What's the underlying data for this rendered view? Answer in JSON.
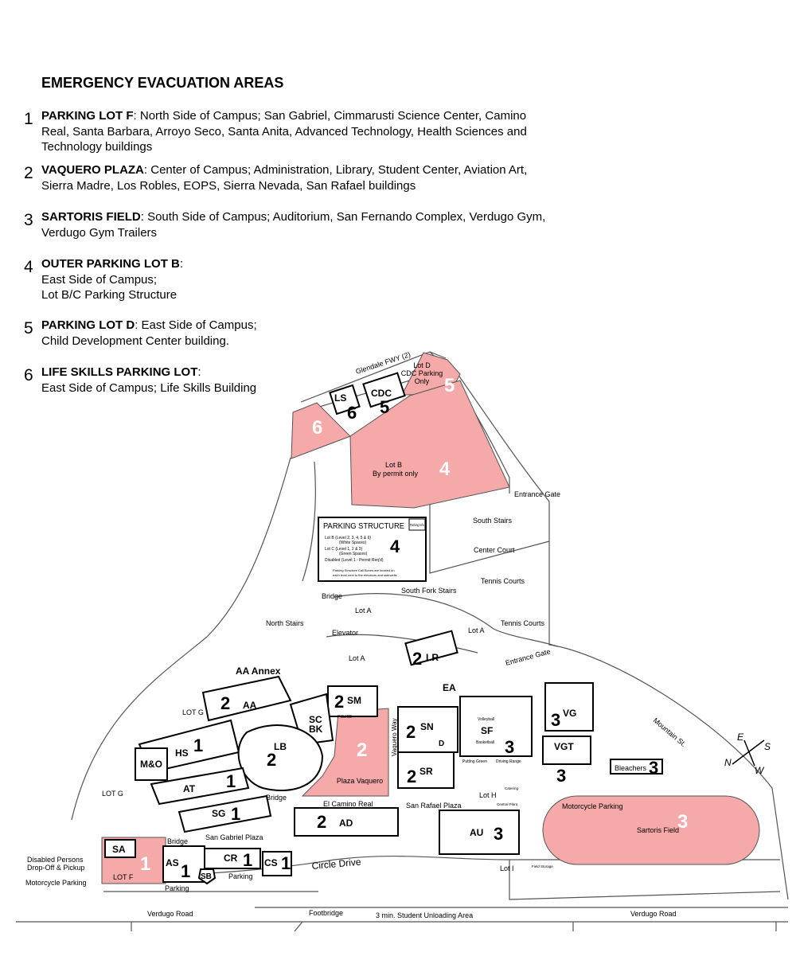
{
  "title": "EMERGENCY EVACUATION AREAS",
  "areas": [
    {
      "num": "1",
      "name": "PARKING LOT F",
      "desc": ": North Side of Campus; San Gabriel, Cimmarusti Science Center, Camino Real, Santa Barbara, Arroyo Seco, Santa Anita, Advanced Technology, Health Sciences and Technology buildings"
    },
    {
      "num": "2",
      "name": "VAQUERO PLAZA",
      "desc": ": Center of Campus; Administration, Library, Student Center, Aviation Art, Sierra Madre, Los Robles, EOPS, Sierra Nevada, San Rafael buildings"
    },
    {
      "num": "3",
      "name": "SARTORIS FIELD",
      "desc": ": South Side of Campus; Auditorium, San Fernando Complex, Verdugo Gym, Verdugo Gym Trailers"
    },
    {
      "num": "4",
      "name": "OUTER PARKING LOT B",
      "desc1": ":",
      "desc2": "East Side of Campus;",
      "desc3": "Lot B/C Parking Structure"
    },
    {
      "num": "5",
      "name": "PARKING LOT D",
      "desc1": ":  East Side of Campus;",
      "desc2": "Child Development Center building."
    },
    {
      "num": "6",
      "name": "LIFE SKILLS PARKING LOT",
      "desc1": ":",
      "desc2": "East Side of Campus; Life Skills Building"
    }
  ],
  "map": {
    "roads": {
      "glendale_fwy": "Glendale FWY (2)",
      "entrance_gate_1": "Entrance Gate",
      "entrance_gate_2": "Entrance Gate",
      "mountain_st": "Mountain St.",
      "verdugo_road_1": "Verdugo Road",
      "verdugo_road_2": "Verdugo Road",
      "circle_drive": "Circle Drive",
      "el_camino_real": "El Camino Real",
      "vaquero_way": "Vaquero Way",
      "footbridge": "Footbridge",
      "unloading": "3 min. Student Unloading Area"
    },
    "lots": {
      "lot_d": "Lot D",
      "lot_d_sub1": "CDC Parking",
      "lot_d_sub2": "Only",
      "lot_b": "Lot B",
      "lot_b_sub": "By permit only",
      "lot_a1": "Lot A",
      "lot_a2": "Lot A",
      "lot_a3": "Lot A",
      "lot_g1": "LOT G",
      "lot_g2": "LOT G",
      "lot_f": "LOT F",
      "lot_h": "Lot H",
      "lot_i": "Lot I",
      "parking1": "Parking",
      "parking2": "Parking",
      "moto": "Motorcycle Parking"
    },
    "parking_structure": {
      "title": "PARKING STRUCTURE",
      "info": "Parking Info",
      "lot_b": "Lot B  (Level 2, 3, 4, 5 & 6)",
      "lot_b_sub": "(White Spaces)",
      "lot_c": "Lot C  (Level 1, 2 & 3)",
      "lot_c_sub": "(Green Spaces)",
      "disabled": "Disabled (Level 1 - Permit Req'd)",
      "callbox1": "Parking Structure Call Boxes are located on",
      "callbox2": "each level next to the elevators and stairwells."
    },
    "places": {
      "south_stairs": "South Stairs",
      "center_court": "Center Court",
      "tennis1": "Tennis Courts",
      "tennis2": "Tennis Courts",
      "south_fork": "South Fork Stairs",
      "north_stairs": "North Stairs",
      "bridge1": "Bridge",
      "bridge2": "Bridge",
      "bridge3": "Bridge",
      "elevator": "Elevator",
      "aa_annex": "AA Annex",
      "sg_plaza": "San Gabriel Plaza",
      "sr_plaza": "San Rafael Plaza",
      "plaza_vaquero": "Plaza Vaquero",
      "bleachers": "Bleachers",
      "sartoris": "Sartoris Field",
      "volleyball": "Volleyball",
      "basketball": "Basketball",
      "putting": "Putting Green",
      "driving": "Driving Range",
      "disabled1": "Disabled Persons",
      "disabled2": "Drop-Off & Pickup",
      "moto_left": "Motorcycle Parking",
      "police": "POLICE",
      "central_plant": "Central Plant",
      "catering": "Catering",
      "field_storage": "Field Storage"
    },
    "buildings": {
      "LS": "LS",
      "CDC": "CDC",
      "LR": "LR",
      "EA": "EA",
      "AA": "AA",
      "SM": "SM",
      "SC": "SC",
      "BK": "BK",
      "HS": "HS",
      "MO": "M&O",
      "LB": "LB",
      "SN": "SN",
      "SF": "SF",
      "VG": "VG",
      "VGT": "VGT",
      "AT": "AT",
      "SR": "SR",
      "SG": "SG",
      "AD": "AD",
      "AU": "AU",
      "SA": "SA",
      "AS": "AS",
      "CR": "CR",
      "CS": "CS",
      "SB": "SB",
      "D": "D"
    },
    "compass": {
      "e": "E",
      "s": "S",
      "n": "N",
      "w": "W"
    },
    "colors": {
      "evac_area": "#f6a9a9"
    }
  }
}
